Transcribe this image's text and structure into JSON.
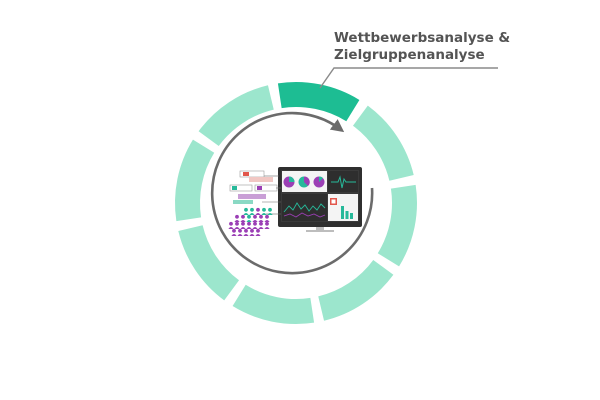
{
  "diagram": {
    "callout": {
      "line1": "Wettbewerbsanalyse &",
      "line2": "Zielgruppenanalyse"
    },
    "ring": {
      "segment_count": 8,
      "highlighted_segment": 1,
      "colors": {
        "highlight": "#1dbd93",
        "normal": "#9ce6cd",
        "arrow": "#6b6b6b",
        "callout_line": "#8a8a8a"
      }
    },
    "center_illustration": {
      "icons": [
        "people-group-icon",
        "monitor-dashboard-icon",
        "pie-chart-icon",
        "bar-chart-icon",
        "heartbeat-line-icon"
      ],
      "colors": {
        "purple": "#9b3fb5",
        "teal": "#27b99a",
        "dark": "#3a3a3a",
        "red": "#e2574c"
      }
    }
  }
}
